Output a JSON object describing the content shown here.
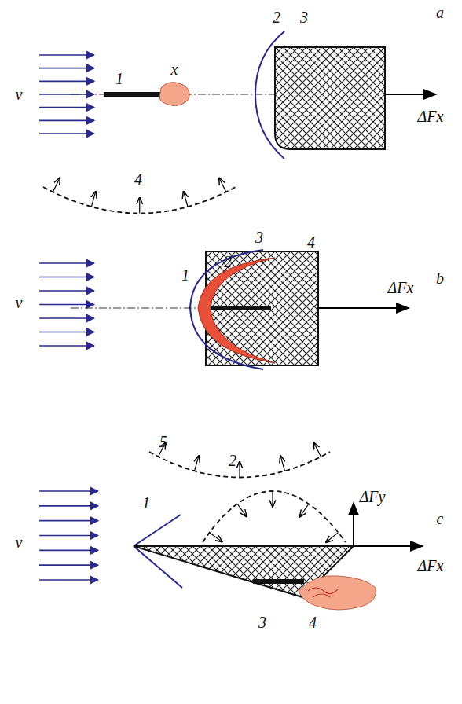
{
  "diagram": {
    "labels": [
      "a",
      "1",
      "x",
      "2",
      "3",
      "ΔFx",
      "v",
      "4",
      "b",
      "v",
      "1",
      "2",
      "3",
      "4",
      "ΔFx",
      "5",
      "c",
      "v",
      "1",
      "2",
      "ΔFy",
      "ΔFx",
      "3",
      "4"
    ]
  }
}
